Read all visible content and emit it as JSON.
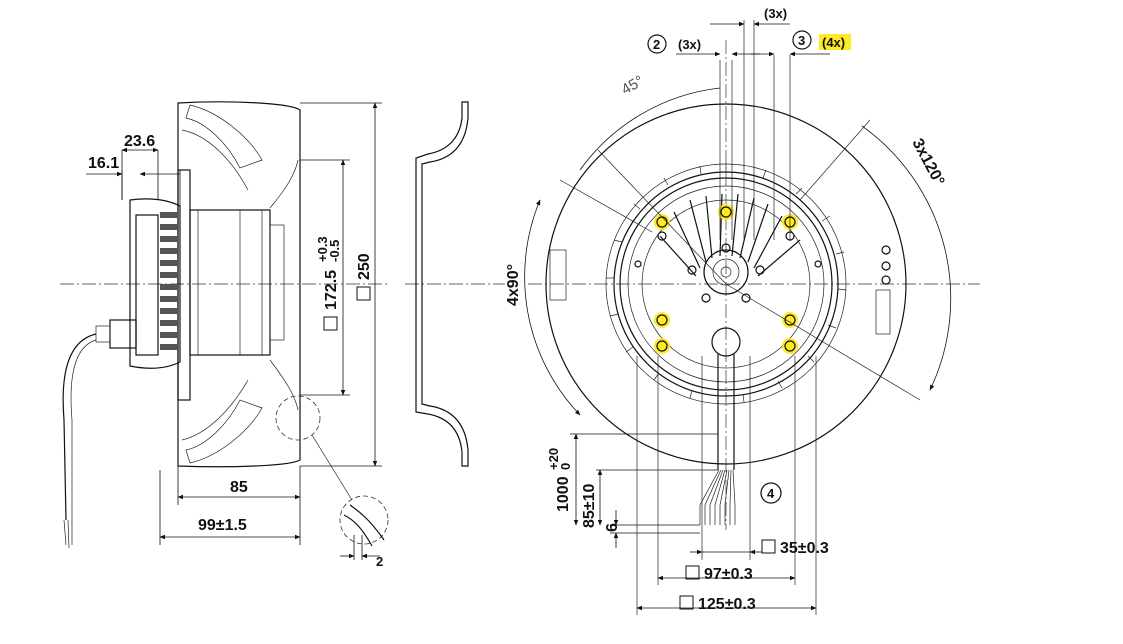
{
  "side_view": {
    "dim_23_6": "23.6",
    "dim_16_1": "16.1",
    "dim_172_5": "172.5",
    "tol_172_5_upper": "+0.3",
    "tol_172_5_lower": "-0.5",
    "dim_250": "250",
    "dim_85": "85",
    "dim_99": "99±1.5",
    "detail_2": "2"
  },
  "front_view": {
    "angle_45": "45°",
    "angle_4x90": "4x90°",
    "angle_3x120": "3x120°",
    "callout_top": "(3x)",
    "callout_2_num": "2",
    "callout_2_count": "(3x)",
    "callout_3_num": "3",
    "callout_3_count": "(4x)",
    "callout_4_num": "4",
    "cable_length": "1000",
    "cable_tol_upper": "+20",
    "cable_tol_lower": "0",
    "dim_85_10": "85±10",
    "dim_6": "6",
    "dim_35": "35±0.3",
    "dim_97": "97±0.3",
    "dim_125": "125±0.3"
  },
  "colors": {
    "highlight": "#ffe600",
    "line": "#111111"
  },
  "icons": {
    "square_symbol": "square-icon",
    "circled_number": "circle-callout-icon"
  }
}
